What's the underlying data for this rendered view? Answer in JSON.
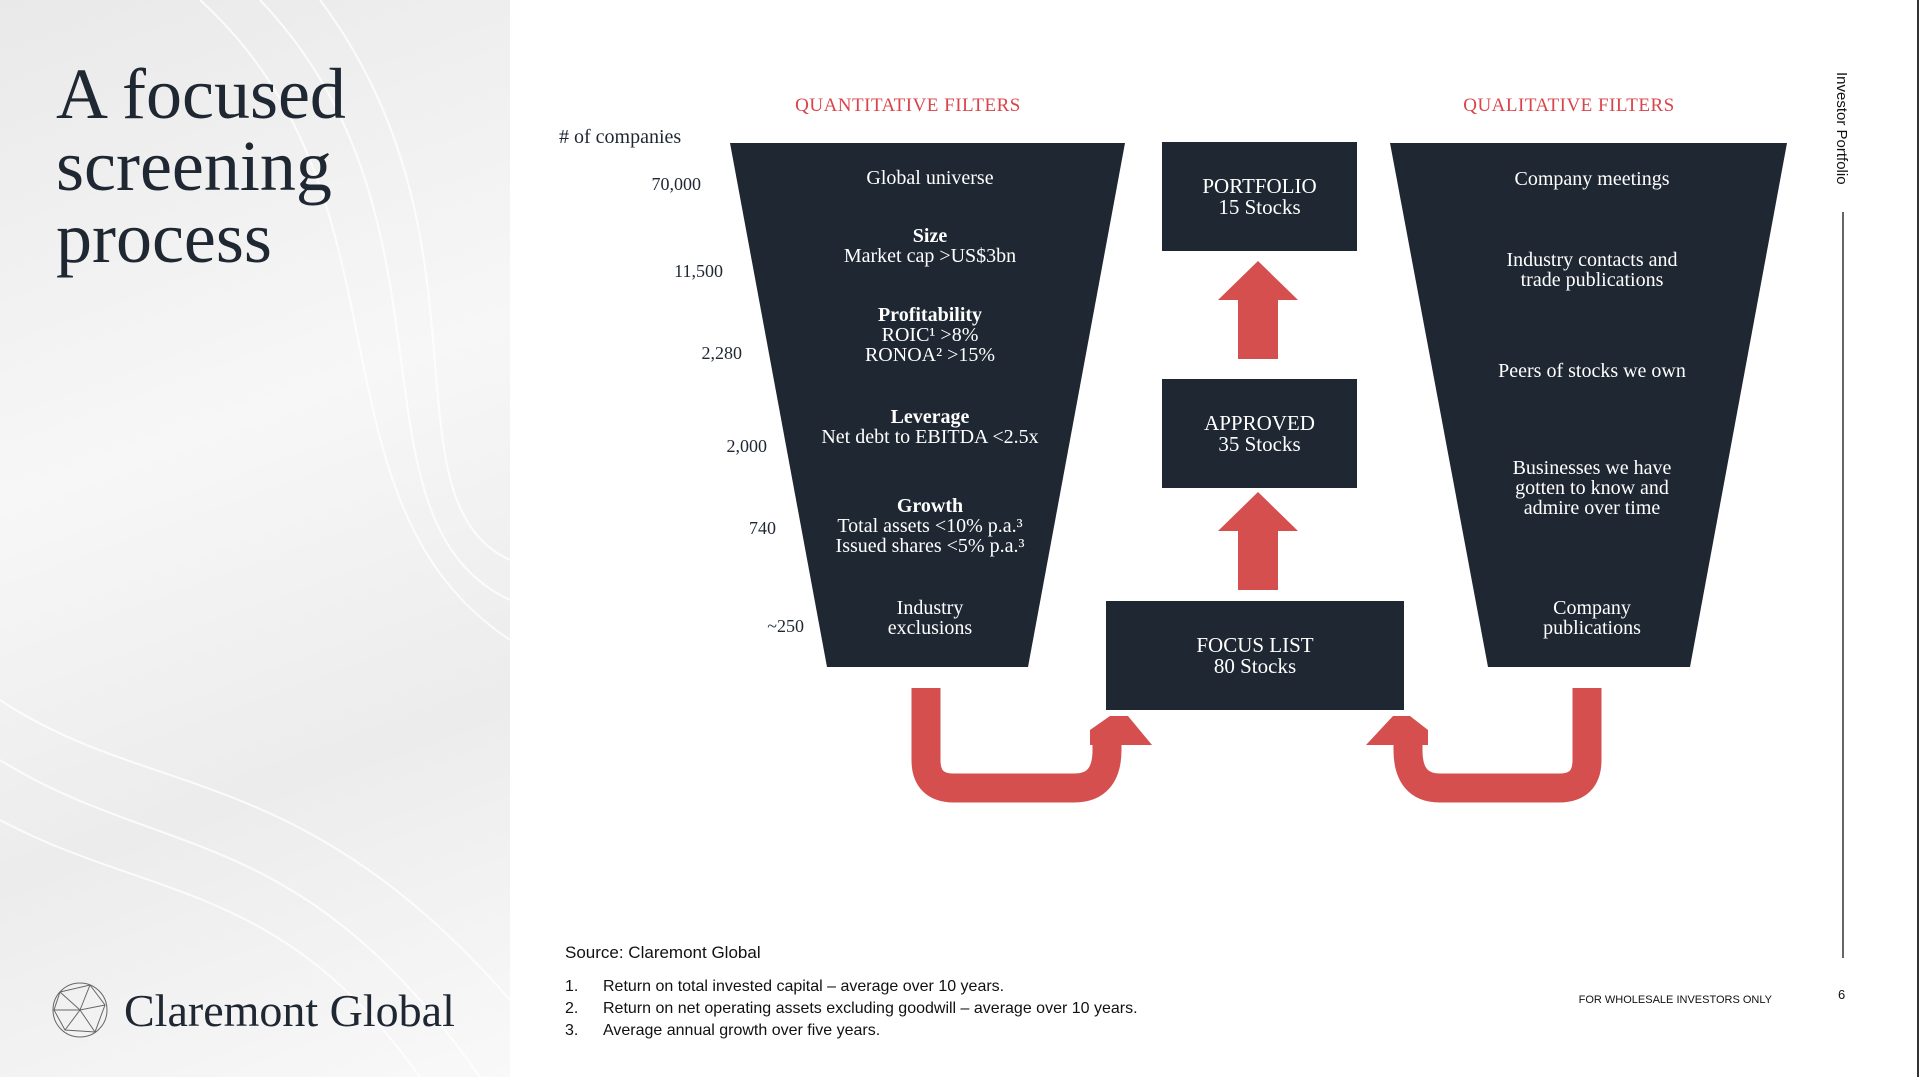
{
  "slide": {
    "title": "A focused\nscreening\nprocess",
    "logo_text": "Claremont Global",
    "side_label": "Investor Portfolio",
    "disclaimer": "FOR WHOLESALE INVESTORS ONLY",
    "page_number": "6"
  },
  "quantitative": {
    "header": "QUANTITATIVE FILTERS",
    "count_label": "# of companies",
    "counts": [
      "70,000",
      "11,500",
      "2,280",
      "2,000",
      "740",
      "~250"
    ],
    "stages": [
      {
        "title": "",
        "lines": [
          "Global universe"
        ]
      },
      {
        "title": "Size",
        "lines": [
          "Market cap >US$3bn"
        ]
      },
      {
        "title": "Profitability",
        "lines": [
          "ROIC¹ >8%",
          "RONOA² >15%"
        ]
      },
      {
        "title": "Leverage",
        "lines": [
          "Net debt to EBITDA <2.5x"
        ]
      },
      {
        "title": "Growth",
        "lines": [
          "Total assets <10% p.a.³",
          "Issued shares <5% p.a.³"
        ]
      },
      {
        "title": "",
        "lines": [
          "Industry",
          "exclusions"
        ]
      }
    ]
  },
  "qualitative": {
    "header": "QUALITATIVE FILTERS",
    "stages": [
      {
        "lines": [
          "Company meetings"
        ]
      },
      {
        "lines": [
          "Industry contacts and",
          "trade publications"
        ]
      },
      {
        "lines": [
          "Peers of stocks we own"
        ]
      },
      {
        "lines": [
          "Businesses we have",
          "gotten to know and",
          "admire over time"
        ]
      },
      {
        "lines": [
          "Company",
          "publications"
        ]
      }
    ]
  },
  "pipeline": {
    "portfolio": {
      "title": "PORTFOLIO",
      "sub": "15 Stocks"
    },
    "approved": {
      "title": "APPROVED",
      "sub": "35 Stocks"
    },
    "focus": {
      "title": "FOCUS LIST",
      "sub": "80 Stocks"
    }
  },
  "colors": {
    "navy": "#1f2732",
    "red": "#d64f4f",
    "header_red": "#d9444a"
  },
  "source": "Source: Claremont Global",
  "footnotes": [
    {
      "n": "1.",
      "text": "Return on total invested capital – average over 10 years."
    },
    {
      "n": "2.",
      "text": "Return on net operating assets excluding goodwill – average over 10 years."
    },
    {
      "n": "3.",
      "text": "Average annual growth over five years."
    }
  ]
}
